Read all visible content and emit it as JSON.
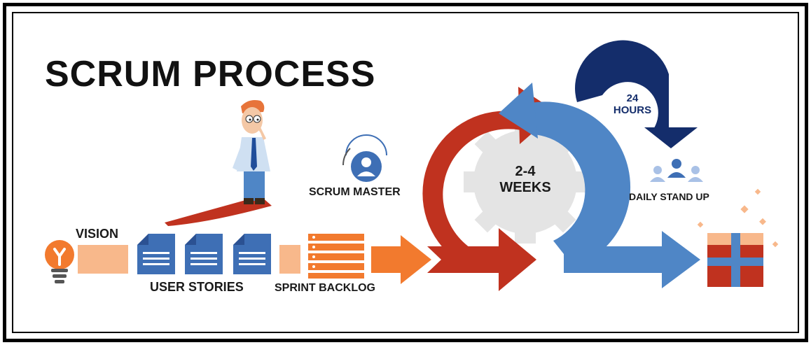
{
  "title": "SCRUM PROCESS",
  "labels": {
    "vision": "VISION",
    "user_stories": "USER STORIES",
    "sprint_backlog": "SPRINT BACKLOG",
    "scrum_master": "SCRUM MASTER",
    "sprint_duration_line1": "2-4",
    "sprint_duration_line2": "WEEKS",
    "standup_period_line1": "24",
    "standup_period_line2": "HOURS",
    "daily_standup": "DAILY STAND UP"
  },
  "icons": [
    "lightbulb-icon",
    "document-icon",
    "backlog-list-icon",
    "scrum-master-avatar-icon",
    "gear-icon",
    "team-icon",
    "gift-box-icon",
    "person-illustration"
  ],
  "colors": {
    "red": "#c0321f",
    "orange": "#f27a2e",
    "peach": "#f8b88b",
    "blue": "#3e6fb5",
    "light_blue": "#4f86c6",
    "navy": "#142d6b",
    "gray": "#e4e4e4"
  }
}
